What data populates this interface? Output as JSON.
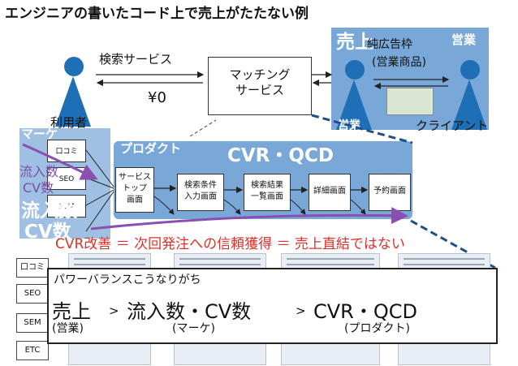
{
  "title": "エンジニアの書いたコード上で売上がたたない例",
  "top": {
    "search_service": "検索サービス",
    "price": "¥0",
    "matching": [
      "マッチング",
      "サービス"
    ],
    "user": "利用者"
  },
  "sales": {
    "title": "売上",
    "pure_ad": "純広告枠",
    "sales_product": "(営業商品)",
    "eigyo_top": "営業",
    "eigyo_bottom": "営業",
    "client": "クライアント"
  },
  "marketing": {
    "title": "マーケ",
    "items": [
      "口コミ",
      "SEO",
      "SEM"
    ],
    "overlay_inflow": "流入数",
    "overlay_cv": "CV数",
    "overlay_inflow_big": "流入数",
    "overlay_cv_big": "CV数"
  },
  "product": {
    "title": "プロダクト",
    "cvr_qcd": "CVR・QCD",
    "steps": [
      {
        "lines": [
          "サービス",
          "トップ",
          "画面"
        ]
      },
      {
        "lines": [
          "検索条件",
          "入力画面"
        ]
      },
      {
        "lines": [
          "検索結果",
          "一覧画面"
        ]
      },
      {
        "lines": [
          "詳細画面"
        ]
      },
      {
        "lines": [
          "予約画面"
        ]
      }
    ]
  },
  "statement": "CVR改善 ＝ 次回発注への信頼獲得 ＝ 売上直結ではない",
  "side_items": [
    "口コミ",
    "SEO",
    "SEM",
    "ETC"
  ],
  "power": {
    "heading": "パワーバランスこうなりがち",
    "big1": "売上",
    "gt1": ">",
    "big2": "流入数・CV数",
    "gt2": ">",
    "big3": "CVR・QCD",
    "sub1": "(営業)",
    "sub2": "(マーケ)",
    "sub3": "(プロダクト)"
  }
}
